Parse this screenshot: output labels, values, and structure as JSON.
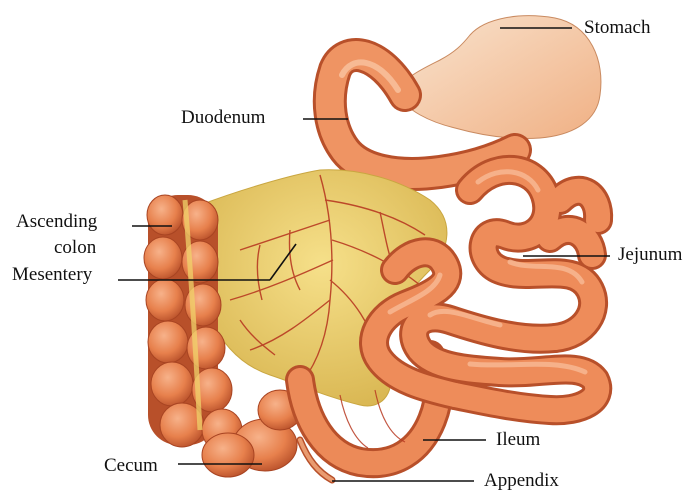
{
  "labels": {
    "stomach": "Stomach",
    "duodenum": "Duodenum",
    "ascending_colon_1": "Ascending",
    "ascending_colon_2": "colon",
    "mesentery": "Mesentery",
    "jejunum": "Jejunum",
    "ileum": "Ileum",
    "cecum": "Cecum",
    "appendix": "Appendix"
  },
  "colors": {
    "background": "#ffffff",
    "intestine": "#e7804c",
    "intestine_dark": "#b8502a",
    "intestine_light": "#f4a27a",
    "mesentery": "#f0d36b",
    "mesentery_shade": "#c9a640",
    "stomach": "#f1b08a",
    "stomach_light": "#f7ddc3",
    "vessel": "#b83a22",
    "leader_line": "#111111",
    "label_text": "#111111"
  }
}
